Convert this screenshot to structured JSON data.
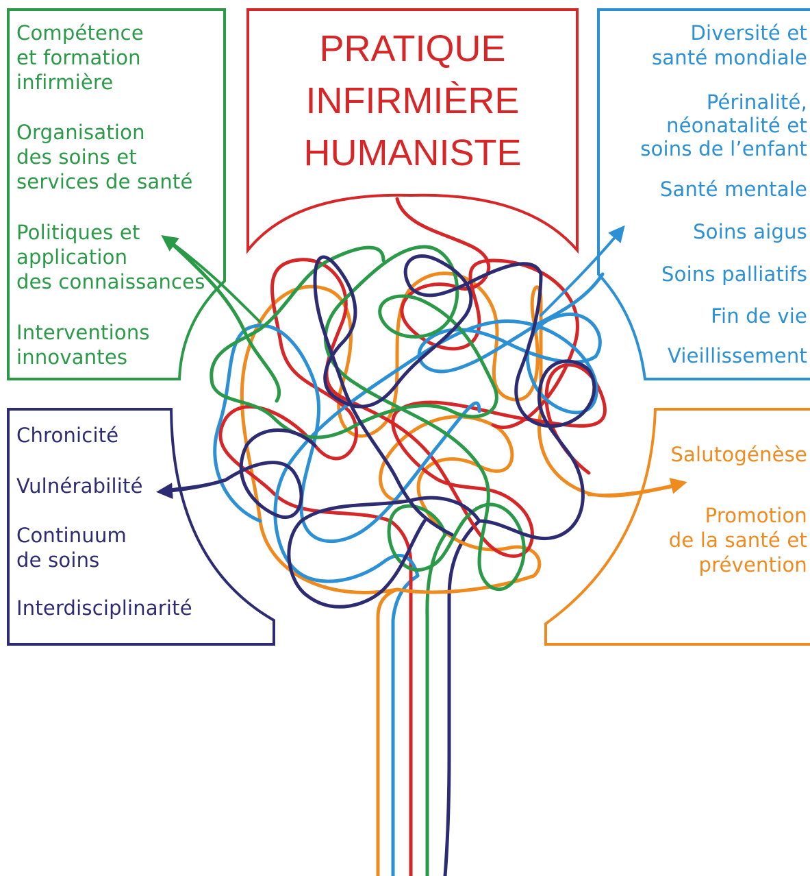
{
  "title": {
    "line1": "PRATIQUE",
    "line2": "INFIRMIÈRE",
    "line3": "HUMANISTE"
  },
  "left_top": {
    "items": [
      "Compétence",
      "et formation",
      "infirmière",
      "Organisation",
      "des soins et",
      "services de santé",
      "Politiques et",
      "application",
      "des connaissances",
      "Interventions",
      "innovantes"
    ]
  },
  "left_bottom": {
    "items": [
      "Chronicité",
      "Vulnérabilité",
      "Continuum",
      "de soins",
      "Interdisciplinarité"
    ]
  },
  "right_top": {
    "items": [
      "Diversité et",
      "santé mondiale",
      "Périnalité,",
      "néonatalité et",
      "soins de l’enfant",
      "Santé mentale",
      "Soins aigus",
      "Soins palliatifs",
      "Fin de vie",
      "Vieillissement"
    ]
  },
  "right_bottom": {
    "items": [
      "Salutogénèse",
      "Promotion",
      "de la santé et",
      "prévention"
    ]
  },
  "colors": {
    "red": "#d62728",
    "green": "#2a9a48",
    "blue": "#2b90d4",
    "navy": "#2d2c72",
    "orange": "#ef8a1f"
  }
}
